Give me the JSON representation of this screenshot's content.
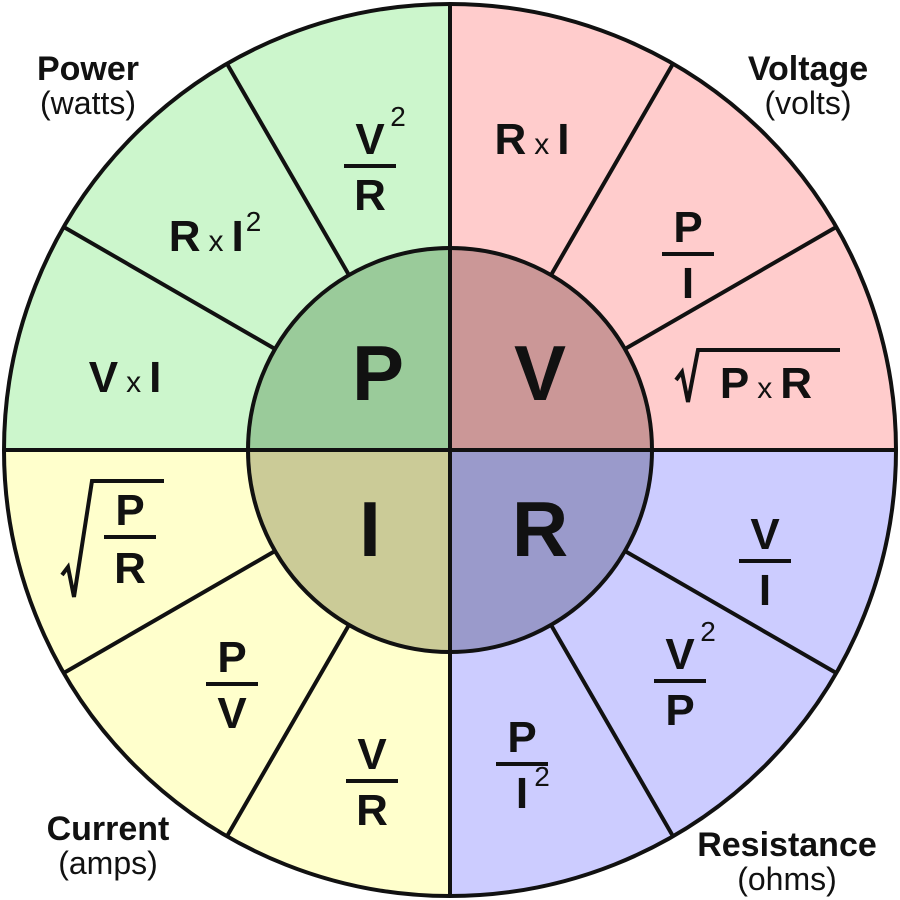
{
  "quadrants": [
    {
      "id": "power",
      "letter": "P",
      "corner_title": "Power",
      "corner_unit": "(watts)",
      "outer_color": "#ccf6cc",
      "inner_color": "#9acb9a",
      "formulas": [
        {
          "kind": "fraction",
          "num": "V",
          "den": "R",
          "num_sup": "2",
          "den_sup": ""
        },
        {
          "kind": "product",
          "left": "R",
          "right": "I",
          "sup": "2"
        },
        {
          "kind": "product",
          "left": "V",
          "right": "I",
          "sup": ""
        }
      ]
    },
    {
      "id": "voltage",
      "letter": "V",
      "corner_title": "Voltage",
      "corner_unit": "(volts)",
      "outer_color": "#ffcccc",
      "inner_color": "#cb9797",
      "formulas": [
        {
          "kind": "product",
          "left": "R",
          "right": "I",
          "sup": ""
        },
        {
          "kind": "fraction",
          "num": "P",
          "den": "I",
          "num_sup": "",
          "den_sup": ""
        },
        {
          "kind": "sqrt-product",
          "left": "P",
          "right": "R"
        }
      ]
    },
    {
      "id": "resistance",
      "letter": "R",
      "corner_title": "Resistance",
      "corner_unit": "(ohms)",
      "outer_color": "#ccccff",
      "inner_color": "#9a9acb",
      "formulas": [
        {
          "kind": "fraction",
          "num": "V",
          "den": "I",
          "num_sup": "",
          "den_sup": ""
        },
        {
          "kind": "fraction",
          "num": "V",
          "den": "P",
          "num_sup": "2",
          "den_sup": ""
        },
        {
          "kind": "fraction",
          "num": "P",
          "den": "I",
          "num_sup": "",
          "den_sup": "2"
        }
      ]
    },
    {
      "id": "current",
      "letter": "I",
      "corner_title": "Current",
      "corner_unit": "(amps)",
      "outer_color": "#ffffcc",
      "inner_color": "#cbcb97",
      "formulas": [
        {
          "kind": "sqrt-fraction",
          "num": "P",
          "den": "R"
        },
        {
          "kind": "fraction",
          "num": "P",
          "den": "V",
          "num_sup": "",
          "den_sup": ""
        },
        {
          "kind": "fraction",
          "num": "V",
          "den": "R",
          "num_sup": "",
          "den_sup": ""
        }
      ]
    }
  ],
  "times_symbol": "x"
}
